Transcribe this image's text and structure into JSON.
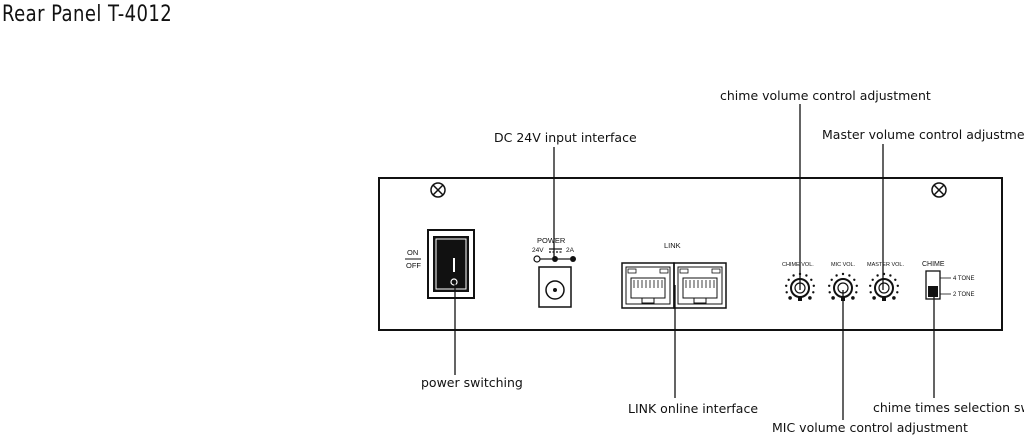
{
  "title": "Rear Panel   T-4012",
  "panel": {
    "switch_on": "ON",
    "switch_off": "OFF",
    "power": "POWER",
    "power_rating_v": "24V",
    "power_rating_a": "2A",
    "link": "LINK",
    "chime_vol": "CHIME VOL.",
    "mic_vol": "MIC VOL.",
    "master_vol": "MASTER VOL.",
    "chime": "CHIME",
    "tone_4": "4 TONE",
    "tone_2": "2 TONE"
  },
  "callouts": {
    "dc_input": "DC 24V input interface",
    "chime_volume": "chime volume control adjustment",
    "master_volume": "Master volume control adjustment",
    "power_switching": "power switching",
    "link_interface": "LINK online interface",
    "mic_volume": "MIC volume control adjustment",
    "chime_times": "chime times selection switch"
  }
}
